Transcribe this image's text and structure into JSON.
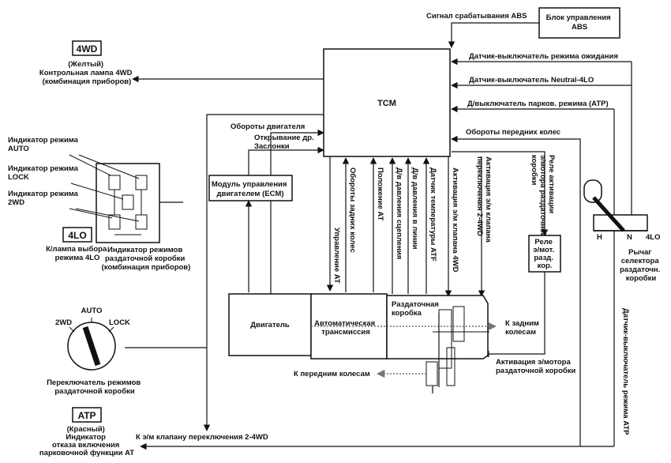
{
  "abs_signal": "Сигнал срабатывания ABS",
  "abs_unit": [
    "Блок управления",
    "ABS"
  ],
  "tcm": "TCM",
  "right_inputs": [
    "Датчик-выключатель режима ожидания",
    "Датчик-выключатель Neutral-4LO",
    "Д/выключатель парков. режима (ATP)",
    "Обороты передних колес"
  ],
  "badge_4wd": "4WD",
  "lamp_4wd": [
    "(Желтый)",
    "Контрольная лампа 4WD",
    "(комбинация приборов)"
  ],
  "engine_speed": "Обороты двигателя",
  "throttle": [
    "Открывание др.",
    "Заслонки"
  ],
  "ecm": [
    "Модуль управления",
    "двигателем (ECM)"
  ],
  "indicators": {
    "auto": [
      "Индикатор режима",
      "AUTO"
    ],
    "lock": [
      "Индикатор режима",
      "LOCK"
    ],
    "twowd": [
      "Индикатор режима",
      "2WD"
    ]
  },
  "badge_4lo": "4LO",
  "lamp_4lo": [
    "К/лампа выбора",
    "режима 4LO"
  ],
  "transfer_indicators": [
    "Индикатор режимов",
    "раздаточной коробки",
    "(комбинация приборов)"
  ],
  "vertical_labels": [
    "Управление AT",
    "Обороты задних колес",
    "Положение AT",
    "Д/в давления сцепления",
    "Д/в давления в линии",
    "Датчик температуры ATF",
    "Активация э/м клапана 4WD",
    "Активация э/м клапана переключения 2-4WD",
    "Реле активации э/мотора раздаточной коробки"
  ],
  "relay": [
    "Реле",
    "э/мот.",
    "разд.",
    "кор."
  ],
  "lever_positions": [
    "H",
    "N",
    "4LO"
  ],
  "lever_label": [
    "Рычаг",
    "селектора",
    "раздаточн.",
    "коробки"
  ],
  "lever_sensor": "Датчик-выключатель режима ATP",
  "engine": "Двигатель",
  "at": [
    "Автоматическая",
    "трансмиссия"
  ],
  "transfer": [
    "Раздаточная",
    "коробка"
  ],
  "rear_wheels": [
    "К задним",
    "колесам"
  ],
  "front_wheels": "К передним колесам",
  "motor_activation": [
    "Активация э/мотора",
    "раздаточной коробки"
  ],
  "switch_positions": [
    "AUTO",
    "2WD",
    "LOCK"
  ],
  "switch_label": [
    "Переключатель режимов",
    "раздаточной коробки"
  ],
  "solenoid_2_4wd": "К э/м клапану переключения 2-4WD",
  "badge_atp": "ATP",
  "atp_lamp": [
    "(Красный)",
    "Индикатор",
    "отказа включения",
    "парковочной функции AT"
  ]
}
